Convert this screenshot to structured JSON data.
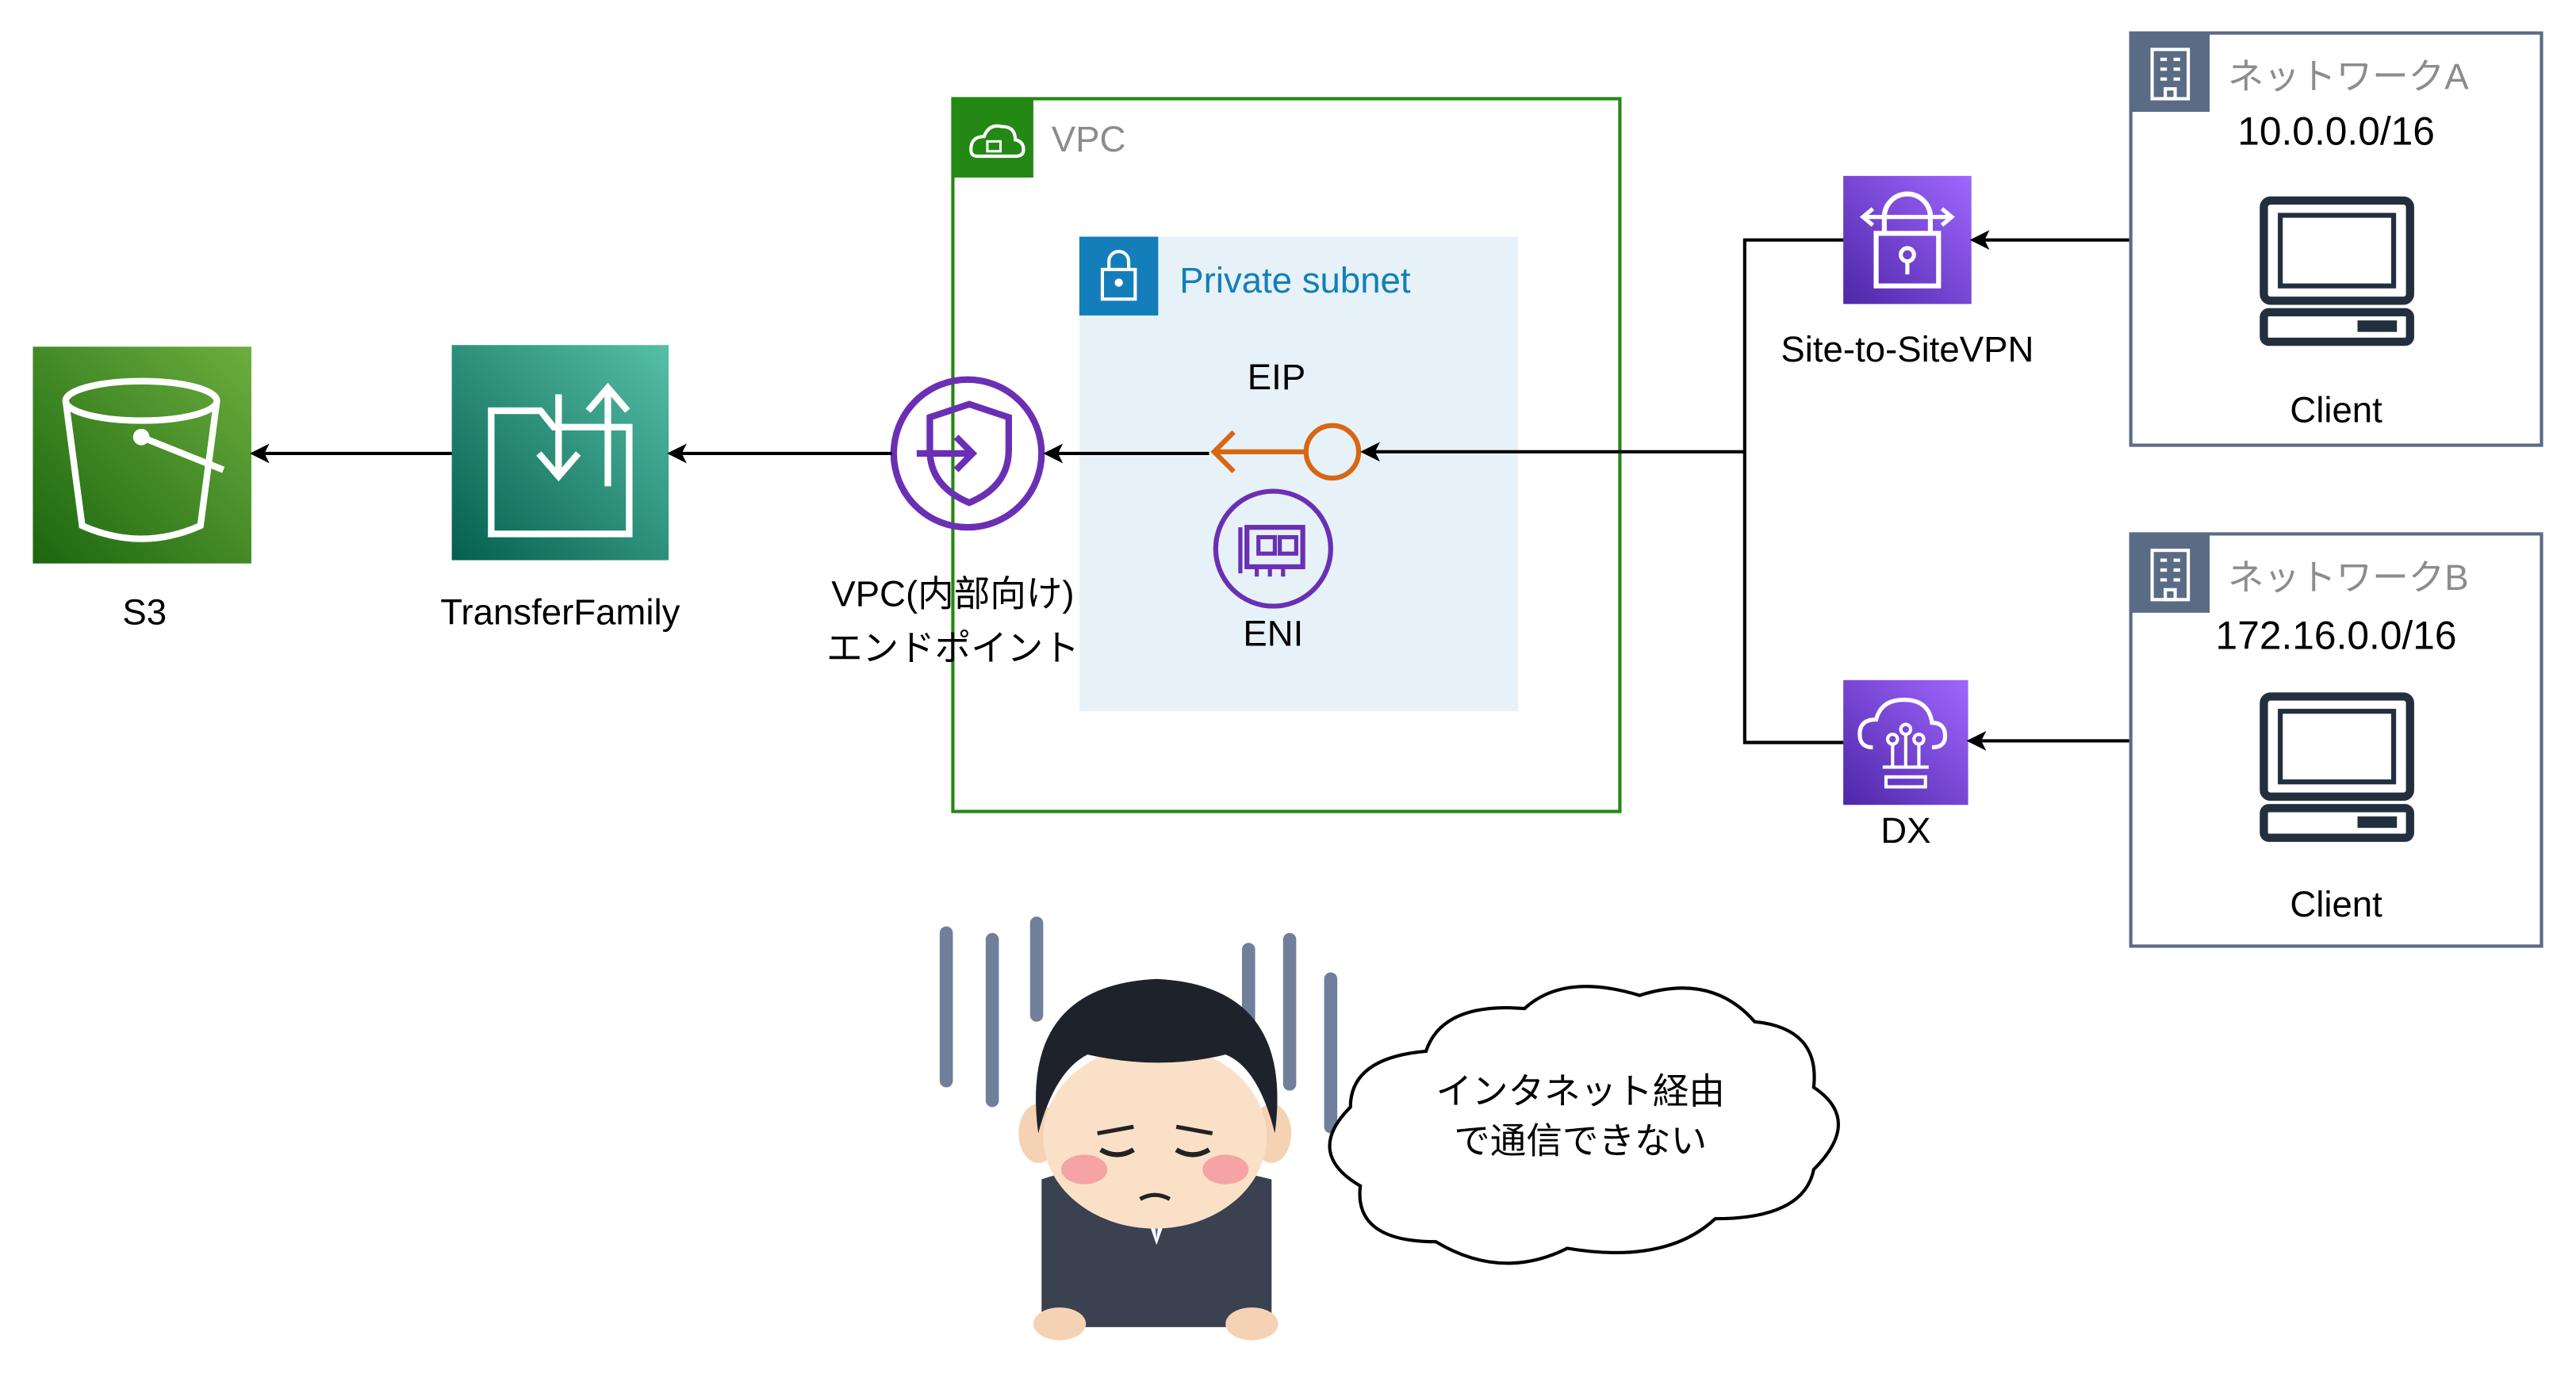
{
  "s3": {
    "label": "S3"
  },
  "transfer_family": {
    "label": "TransferFamily"
  },
  "vpc_endpoint": {
    "label_line1": "VPC(内部向け)",
    "label_line2": "エンドポイント"
  },
  "vpc": {
    "label": "VPC"
  },
  "private_subnet": {
    "label": "Private subnet"
  },
  "eip": {
    "label": "EIP"
  },
  "eni": {
    "label": "ENI"
  },
  "site_to_site_vpn": {
    "label": "Site-to-SiteVPN"
  },
  "direct_connect": {
    "label": "DX"
  },
  "network_a": {
    "title": "ネットワークA",
    "cidr": "10.0.0.0/16",
    "client_label": "Client"
  },
  "network_b": {
    "title": "ネットワークB",
    "cidr": "172.16.0.0/16",
    "client_label": "Client"
  },
  "speech_bubble": {
    "line1": "インタネット経由",
    "line2": "で通信できない"
  },
  "colors": {
    "s3_green": "#3f8624",
    "transfer_teal": "#2e9e7f",
    "endpoint_purple": "#6b2fb5",
    "vpn_purple": "#8c4fff",
    "vpc_border": "#248814",
    "subnet_blue": "#147eba",
    "subnet_fill": "#e6f2f8",
    "eip_orange": "#d86613",
    "network_gray": "#5a6b86"
  }
}
